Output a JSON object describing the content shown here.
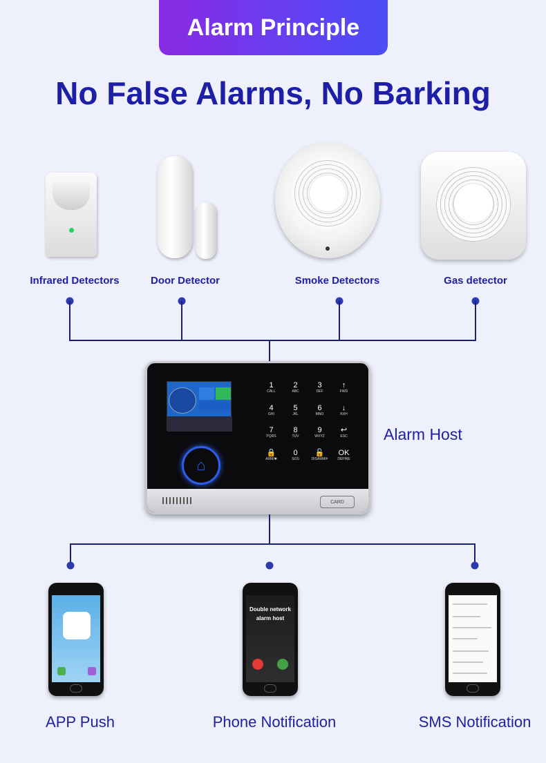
{
  "banner": {
    "title": "Alarm Principle"
  },
  "headline": "No False Alarms, No Barking",
  "devices": [
    {
      "label": "Infrared Detectors"
    },
    {
      "label": "Door Detector"
    },
    {
      "label": "Smoke Detectors"
    },
    {
      "label": "Gas detector"
    }
  ],
  "host": {
    "label": "Alarm Host",
    "card_text": "CARD",
    "keys": [
      {
        "main": "1",
        "sub": "CALL"
      },
      {
        "main": "2",
        "sub": "ABC"
      },
      {
        "main": "3",
        "sub": "DEF"
      },
      {
        "main": "↑",
        "sub": "FWD"
      },
      {
        "main": "4",
        "sub": "GHI"
      },
      {
        "main": "5",
        "sub": "JKL"
      },
      {
        "main": "6",
        "sub": "MNO"
      },
      {
        "main": "↓",
        "sub": "RXH"
      },
      {
        "main": "7",
        "sub": "PQRS"
      },
      {
        "main": "8",
        "sub": "TUV"
      },
      {
        "main": "9",
        "sub": "WXYZ"
      },
      {
        "main": "↩",
        "sub": "ESC"
      },
      {
        "main": "🔒",
        "sub": "ARM/✱"
      },
      {
        "main": "0",
        "sub": "SOS"
      },
      {
        "main": "🔓",
        "sub": "DISARM/#"
      },
      {
        "main": "OK",
        "sub": "DEFINE"
      }
    ]
  },
  "outputs": [
    {
      "label": "APP Push"
    },
    {
      "label": "Phone Notification",
      "screen_text_1": "Double network",
      "screen_text_2": "alarm host"
    },
    {
      "label": "SMS Notification"
    }
  ],
  "colors": {
    "accent": "#1d1fa6",
    "banner_start": "#8a2be2",
    "banner_end": "#4b4ef5",
    "background": "#eef0fb"
  }
}
